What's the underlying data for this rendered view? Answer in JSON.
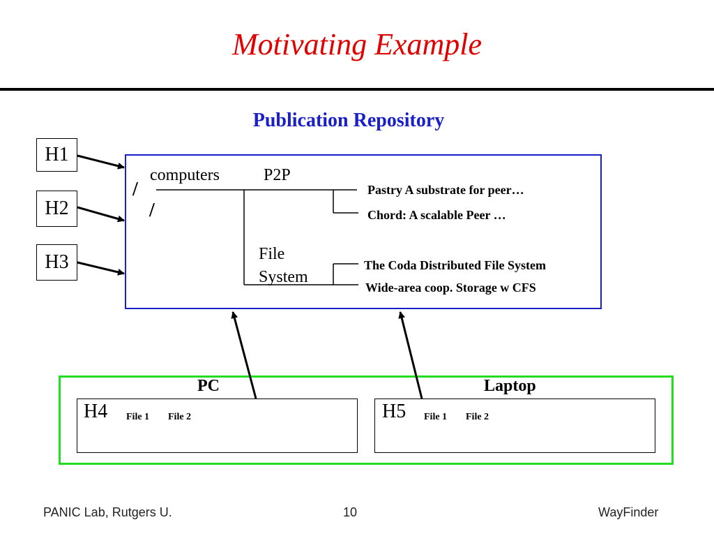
{
  "slide": {
    "title": "Motivating Example",
    "subtitle": "Publication Repository"
  },
  "hosts_left": [
    "H1",
    "H2",
    "H3"
  ],
  "tree": {
    "root_slash": "/",
    "second_slash": "/",
    "computers": "computers",
    "p2p": "P2P",
    "file_system_line1": "File",
    "file_system_line2": "System",
    "papers": {
      "pastry": "Pastry A substrate for peer…",
      "chord": "Chord: A scalable Peer …",
      "coda": "The Coda Distributed File System",
      "cfs": "Wide-area coop. Storage w CFS"
    }
  },
  "devices": {
    "pc_label": "PC",
    "laptop_label": "Laptop",
    "h4": {
      "name": "H4",
      "file1": "File 1",
      "file2": "File 2"
    },
    "h5": {
      "name": "H5",
      "file1": "File 1",
      "file2": "File 2"
    }
  },
  "footer": {
    "left": "PANIC Lab, Rutgers U.",
    "page_number": "10",
    "right": "WayFinder"
  },
  "colors": {
    "title": "#e00000",
    "subtitle": "#1a20c8",
    "repository_border": "#1a20c8",
    "devices_border": "#22dd22"
  }
}
